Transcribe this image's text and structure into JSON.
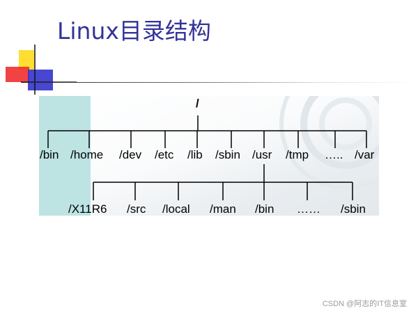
{
  "title": "Linux目录结构",
  "tree": {
    "root": "/",
    "level1": [
      "/bin",
      "/home",
      "/dev",
      "/etc",
      "/lib",
      "/sbin",
      "/usr",
      "/tmp",
      "…..",
      "/var"
    ],
    "level2": [
      "/X11R6",
      "/src",
      "/local",
      "/man",
      "/bin",
      "……",
      "/sbin"
    ]
  },
  "watermark": "CSDN @阿志的IT信息室",
  "colors": {
    "title": "#333399",
    "highlight": "#bde3e3",
    "logo_red": "#ee2222",
    "logo_yellow": "#ffdd33",
    "logo_blue": "#3333cc"
  }
}
